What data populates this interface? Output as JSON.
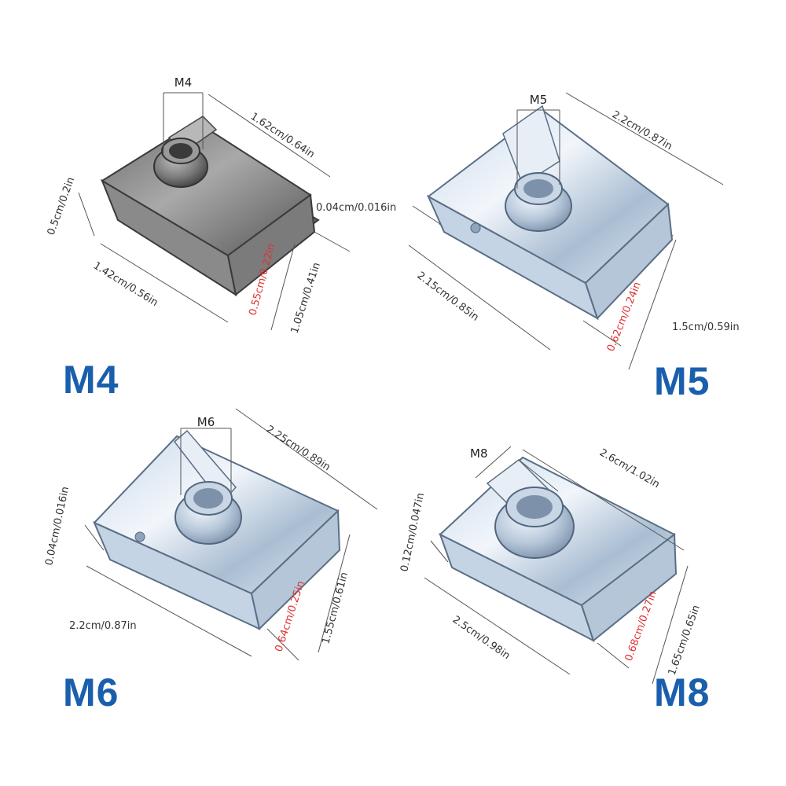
{
  "colors": {
    "label": "#1a5fad",
    "dim_text": "#333333",
    "dim_red": "#e03030",
    "dim_line": "#555555"
  },
  "panels": {
    "m4": {
      "size_label": "M4",
      "thread": "M4",
      "length_top": "1.62cm/0.64in",
      "height": "0.5cm/0.2in",
      "length_bottom": "1.42cm/0.56in",
      "gap_red": "0.55cm/0.22in",
      "width": "1.05cm/0.41in"
    },
    "m5": {
      "size_label": "M5",
      "thread": "M5",
      "length_top": "2.2cm/0.87in",
      "thickness": "0.04cm/0.016in",
      "length_bottom": "2.15cm/0.85in",
      "gap_red": "0.62cm/0.24in",
      "width": "1.5cm/0.59in"
    },
    "m6": {
      "size_label": "M6",
      "thread": "M6",
      "length_top": "2.25cm/0.89in",
      "thickness": "0.04cm/0.016in",
      "length_bottom": "2.2cm/0.87in",
      "gap_red": "0.64cm/0.25in",
      "width": "1.55cm/0.61in"
    },
    "m8": {
      "size_label": "M8",
      "thread": "M8",
      "length_top": "2.6cm/1.02in",
      "thickness": "0.12cm/0.047in",
      "length_bottom": "2.5cm/0.98in",
      "gap_red": "0.68cm/0.27in",
      "width": "1.65cm/0.65in"
    }
  }
}
